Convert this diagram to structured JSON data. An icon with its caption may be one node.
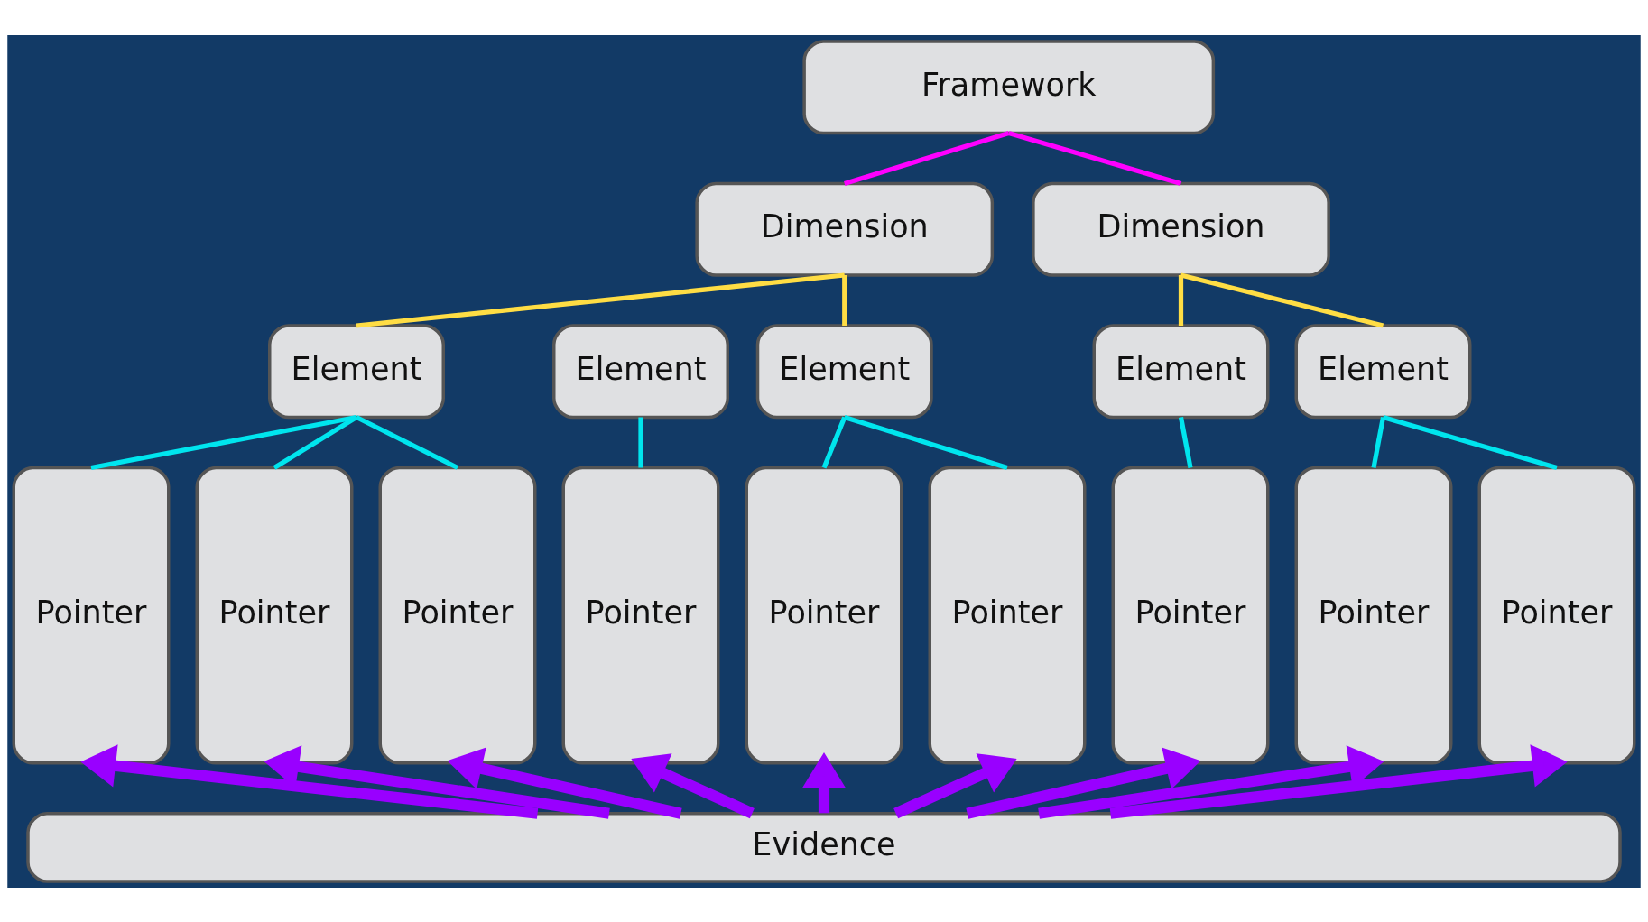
{
  "diagram": {
    "nodes": [
      {
        "text": [
          "Framework"
        ]
      },
      {
        "text": [
          "Dimension"
        ]
      },
      {
        "text": [
          "Dimension"
        ]
      },
      {
        "text": [
          "Element"
        ]
      },
      {
        "text": [
          "Element"
        ]
      },
      {
        "text": [
          "Element"
        ]
      },
      {
        "text": [
          "Element"
        ]
      },
      {
        "text": [
          "Element"
        ]
      },
      {
        "text": [
          "Pointer"
        ]
      },
      {
        "text": [
          "Pointer"
        ]
      },
      {
        "text": [
          "Pointer"
        ]
      },
      {
        "text": [
          "Pointer"
        ]
      },
      {
        "text": [
          "Pointer"
        ]
      },
      {
        "text": [
          "Pointer"
        ]
      },
      {
        "text": [
          "Pointer"
        ]
      },
      {
        "text": [
          "Pointer"
        ]
      },
      {
        "text": [
          "Pointer"
        ]
      },
      {
        "text": [
          "Evidence"
        ]
      }
    ],
    "edges": [
      {
        "from": 0,
        "to": 1,
        "arrow": "none",
        "color": "#ff00ff"
      },
      {
        "from": 0,
        "to": 2,
        "arrow": "none",
        "color": "#ff00ff"
      },
      {
        "from": 1,
        "to": 3,
        "arrow": "none",
        "color": "#ffdd44"
      },
      {
        "from": 1,
        "to": 5,
        "arrow": "none",
        "color": "#ffdd44"
      },
      {
        "from": 2,
        "to": 6,
        "arrow": "none",
        "color": "#ffdd44"
      },
      {
        "from": 2,
        "to": 7,
        "arrow": "none",
        "color": "#ffdd44"
      },
      {
        "from": 3,
        "to": 8,
        "arrow": "none"
      },
      {
        "from": 3,
        "to": 9,
        "arrow": "none"
      },
      {
        "from": 3,
        "to": 10,
        "arrow": "none"
      },
      {
        "from": 4,
        "to": 11,
        "arrow": "none"
      },
      {
        "from": 5,
        "to": 12,
        "arrow": "none"
      },
      {
        "from": 5,
        "to": 13,
        "arrow": "none"
      },
      {
        "from": 6,
        "to": 14,
        "arrow": "none"
      },
      {
        "from": 7,
        "to": 15,
        "arrow": "none"
      },
      {
        "from": 7,
        "to": 16,
        "arrow": "none"
      },
      {
        "from": 17,
        "to": 8,
        "arrow": "to",
        "style": "thick",
        "color": "#9900ff"
      },
      {
        "from": 17,
        "to": 9,
        "arrow": "to",
        "style": "thick",
        "color": "#9900ff"
      },
      {
        "from": 17,
        "to": 10,
        "arrow": "to",
        "style": "thick",
        "color": "#9900ff"
      },
      {
        "from": 17,
        "to": 11,
        "arrow": "to",
        "style": "thick",
        "color": "#9900ff"
      },
      {
        "from": 17,
        "to": 12,
        "arrow": "to",
        "style": "thick",
        "color": "#9900ff"
      },
      {
        "from": 17,
        "to": 13,
        "arrow": "to",
        "style": "thick",
        "color": "#9900ff"
      },
      {
        "from": 17,
        "to": 14,
        "arrow": "to",
        "style": "thick",
        "color": "#9900ff"
      },
      {
        "from": 17,
        "to": 15,
        "arrow": "to",
        "style": "thick",
        "color": "#9900ff"
      },
      {
        "from": 17,
        "to": 16,
        "arrow": "to",
        "style": "thick",
        "color": "#9900ff"
      }
    ]
  }
}
